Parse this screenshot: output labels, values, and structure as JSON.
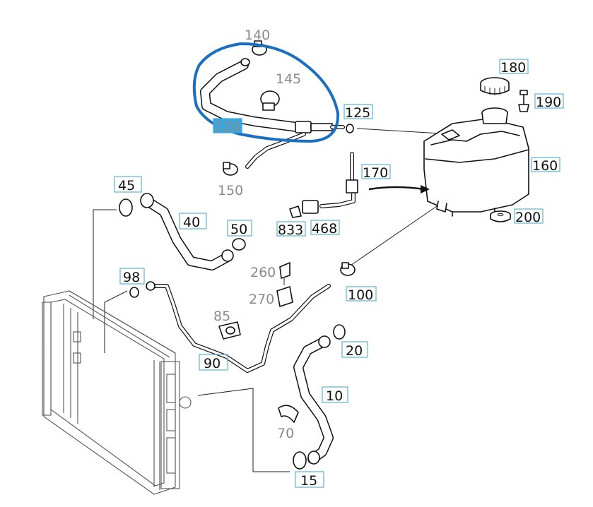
{
  "callouts": [
    {
      "id": "c140",
      "text": "140",
      "style": "grey"
    },
    {
      "id": "c145",
      "text": "145",
      "style": "grey"
    },
    {
      "id": "c120",
      "text": "120",
      "style": "highlight"
    },
    {
      "id": "c125",
      "text": "125",
      "style": "boxed"
    },
    {
      "id": "c150",
      "text": "150",
      "style": "grey"
    },
    {
      "id": "c170",
      "text": "170",
      "style": "boxed"
    },
    {
      "id": "c180",
      "text": "180",
      "style": "boxed"
    },
    {
      "id": "c190",
      "text": "190",
      "style": "boxed"
    },
    {
      "id": "c160",
      "text": "160",
      "style": "boxed"
    },
    {
      "id": "c200",
      "text": "200",
      "style": "boxed"
    },
    {
      "id": "c45",
      "text": "45",
      "style": "boxed"
    },
    {
      "id": "c40",
      "text": "40",
      "style": "boxed"
    },
    {
      "id": "c50",
      "text": "50",
      "style": "boxed"
    },
    {
      "id": "c833",
      "text": "833",
      "style": "boxed"
    },
    {
      "id": "c468",
      "text": "468",
      "style": "boxed"
    },
    {
      "id": "c98",
      "text": "98",
      "style": "boxed"
    },
    {
      "id": "c260",
      "text": "260",
      "style": "grey"
    },
    {
      "id": "c270",
      "text": "270",
      "style": "grey"
    },
    {
      "id": "c100",
      "text": "100",
      "style": "boxed"
    },
    {
      "id": "c85",
      "text": "85",
      "style": "grey"
    },
    {
      "id": "c20",
      "text": "20",
      "style": "boxed"
    },
    {
      "id": "c90",
      "text": "90",
      "style": "boxed"
    },
    {
      "id": "c10",
      "text": "10",
      "style": "boxed"
    },
    {
      "id": "c70",
      "text": "70",
      "style": "grey"
    },
    {
      "id": "c15",
      "text": "15",
      "style": "boxed"
    }
  ],
  "colors": {
    "highlight_marker": "#1b6fc0",
    "label_box": "#5ab4d6",
    "label_highlight": "#3aa7dd",
    "grey_label": "#8a8a8a",
    "line": "#111111"
  }
}
